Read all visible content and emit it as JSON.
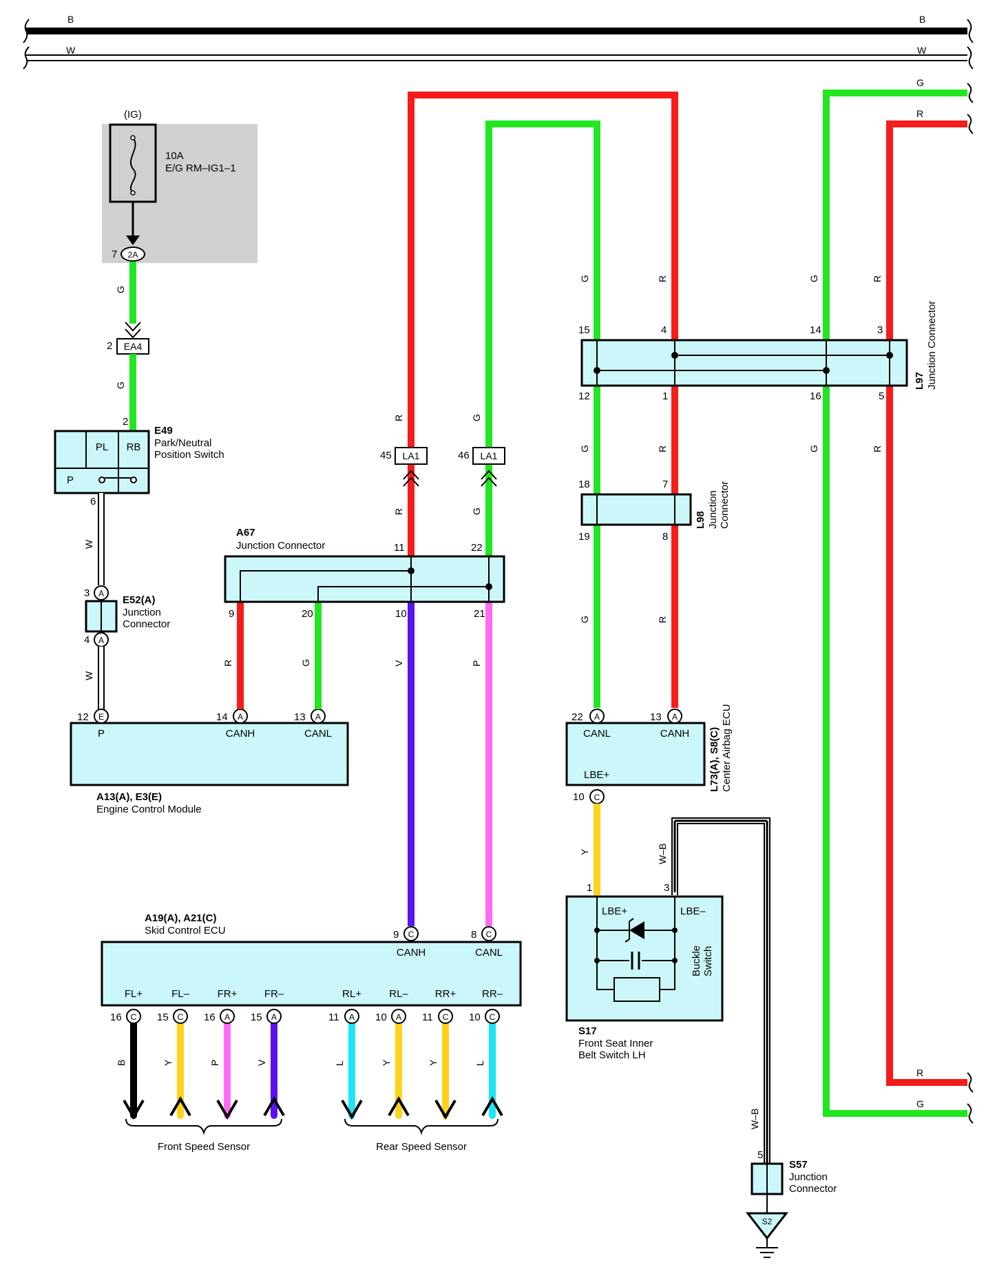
{
  "colors": {
    "B": "#000000",
    "W": "#ffffff",
    "G": "#22e622",
    "R": "#f51c1c",
    "V": "#5a13f0",
    "P": "#ff6cf2",
    "Y": "#ffd21c",
    "L": "#1ce6f5",
    "box_fill": "#ccf7fa",
    "fuse_shade": "#d0d0d0"
  },
  "bus": {
    "top_left": "B",
    "top_right": "B",
    "bottom_left": "W",
    "bottom_right": "W"
  },
  "fuse": {
    "source": "(IG)",
    "rating": "10A",
    "name": "E/G RM–IG1–1",
    "pin": "7",
    "connector": "2A",
    "wire_label": "G"
  },
  "ea4": {
    "pin": "2",
    "name": "EA4",
    "wire_label": "G"
  },
  "e49": {
    "code": "E49",
    "line1": "Park/Neutral",
    "line2": "Position Switch",
    "pin_top": "2",
    "pin_bottom": "6",
    "cell_pl": "PL",
    "cell_rb": "RB",
    "cell_p": "P",
    "wire_label": "W"
  },
  "e52": {
    "code": "E52(A)",
    "line1": "Junction",
    "line2": "Connector",
    "pin_top": "3",
    "pin_bottom": "4",
    "letter": "A",
    "wire_label": "W"
  },
  "ecm": {
    "code": "A13(A), E3(E)",
    "name": "Engine Control Module",
    "p_pin": "12",
    "p_letter": "E",
    "p_label": "P",
    "canh_pin": "14",
    "canh_letter": "A",
    "canh_label": "CANH",
    "canl_pin": "13",
    "canl_letter": "A",
    "canl_label": "CANL"
  },
  "a67": {
    "code": "A67",
    "name": "Junction Connector",
    "pin_11": "11",
    "pin_22": "22",
    "pin_9": "9",
    "pin_20": "20",
    "pin_10": "10",
    "pin_21": "21",
    "w9": "R",
    "w20": "G",
    "w10": "V",
    "w21": "P"
  },
  "la1": {
    "pin_45": "45",
    "pin_46": "46",
    "name": "LA1",
    "r_label": "R",
    "g_label": "G"
  },
  "l97": {
    "code": "L97",
    "name": "Junction Connector",
    "pin_15": "15",
    "pin_4": "4",
    "pin_14": "14",
    "pin_3": "3",
    "pin_12": "12",
    "pin_1": "1",
    "pin_16": "16",
    "pin_5": "5",
    "g_label": "G",
    "r_label": "R"
  },
  "l98": {
    "code": "L98",
    "name_1": "Junction",
    "name_2": "Connector",
    "pin_18": "18",
    "pin_7": "7",
    "pin_19": "19",
    "pin_8": "8"
  },
  "airbag": {
    "code": "L73(A), S8(C)",
    "name": "Center Airbag ECU",
    "canl_pin": "22",
    "canl_letter": "A",
    "canl_label": "CANL",
    "canh_pin": "13",
    "canh_letter": "A",
    "canh_label": "CANH",
    "lbe_label": "LBE+",
    "lbe_pin": "10",
    "lbe_letter": "C"
  },
  "s17": {
    "code": "S17",
    "line1": "Front Seat Inner",
    "line2": "Belt Switch LH",
    "pin_1": "1",
    "pin_3": "3",
    "lbe_plus": "LBE+",
    "lbe_minus": "LBE–",
    "buckle_1": "Buckle",
    "buckle_2": "Switch",
    "y_label": "Y",
    "wb_label": "W–B"
  },
  "s57": {
    "code": "S57",
    "line1": "Junction",
    "line2": "Connector",
    "pin": "5",
    "ground": "S2",
    "wb_label": "W–B"
  },
  "skid": {
    "code": "A19(A), A21(C)",
    "name": "Skid Control ECU",
    "canh_pin": "9",
    "canh_letter": "C",
    "canh_label": "CANH",
    "canl_pin": "8",
    "canl_letter": "C",
    "canl_label": "CANL",
    "terminals": [
      {
        "label": "FL+",
        "pin": "16",
        "letter": "C",
        "wire": "B"
      },
      {
        "label": "FL–",
        "pin": "15",
        "letter": "C",
        "wire": "Y"
      },
      {
        "label": "FR+",
        "pin": "16",
        "letter": "A",
        "wire": "P"
      },
      {
        "label": "FR–",
        "pin": "15",
        "letter": "A",
        "wire": "V"
      },
      {
        "label": "RL+",
        "pin": "11",
        "letter": "A",
        "wire": "L"
      },
      {
        "label": "RL–",
        "pin": "10",
        "letter": "A",
        "wire": "Y"
      },
      {
        "label": "RR+",
        "pin": "11",
        "letter": "C",
        "wire": "Y"
      },
      {
        "label": "RR–",
        "pin": "10",
        "letter": "C",
        "wire": "L"
      }
    ],
    "front_sensor": "Front Speed Sensor",
    "rear_sensor": "Rear Speed Sensor"
  },
  "right_loop": {
    "g_top": "G",
    "r_top": "R",
    "r_bottom": "R",
    "g_bottom": "G"
  }
}
